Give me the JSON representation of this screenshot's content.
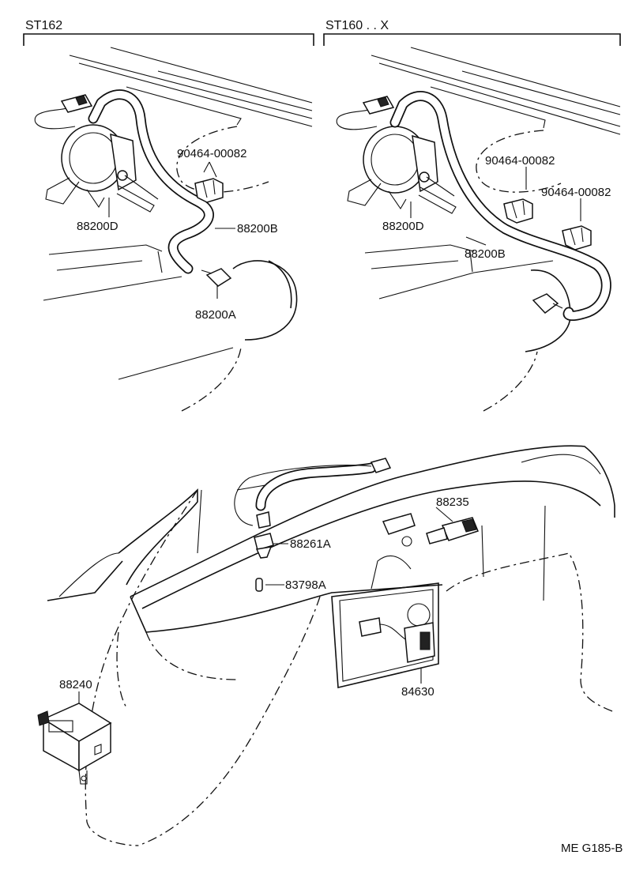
{
  "sections": {
    "left": "ST162",
    "right": "ST160 . . X"
  },
  "labels": {
    "l_clip": "90464-00082",
    "l_actuator": "88200D",
    "l_hose": "88200B",
    "l_sensor": "88200A",
    "r_clip1": "90464-00082",
    "r_clip2": "90464-00082",
    "r_actuator": "88200D",
    "r_hose": "88200B",
    "b_switch": "88235",
    "b_bulb_socket": "88261A",
    "b_bulb": "83798A",
    "b_computer": "88240",
    "b_main_switch": "84630"
  },
  "figure_code": "ME G185-B"
}
